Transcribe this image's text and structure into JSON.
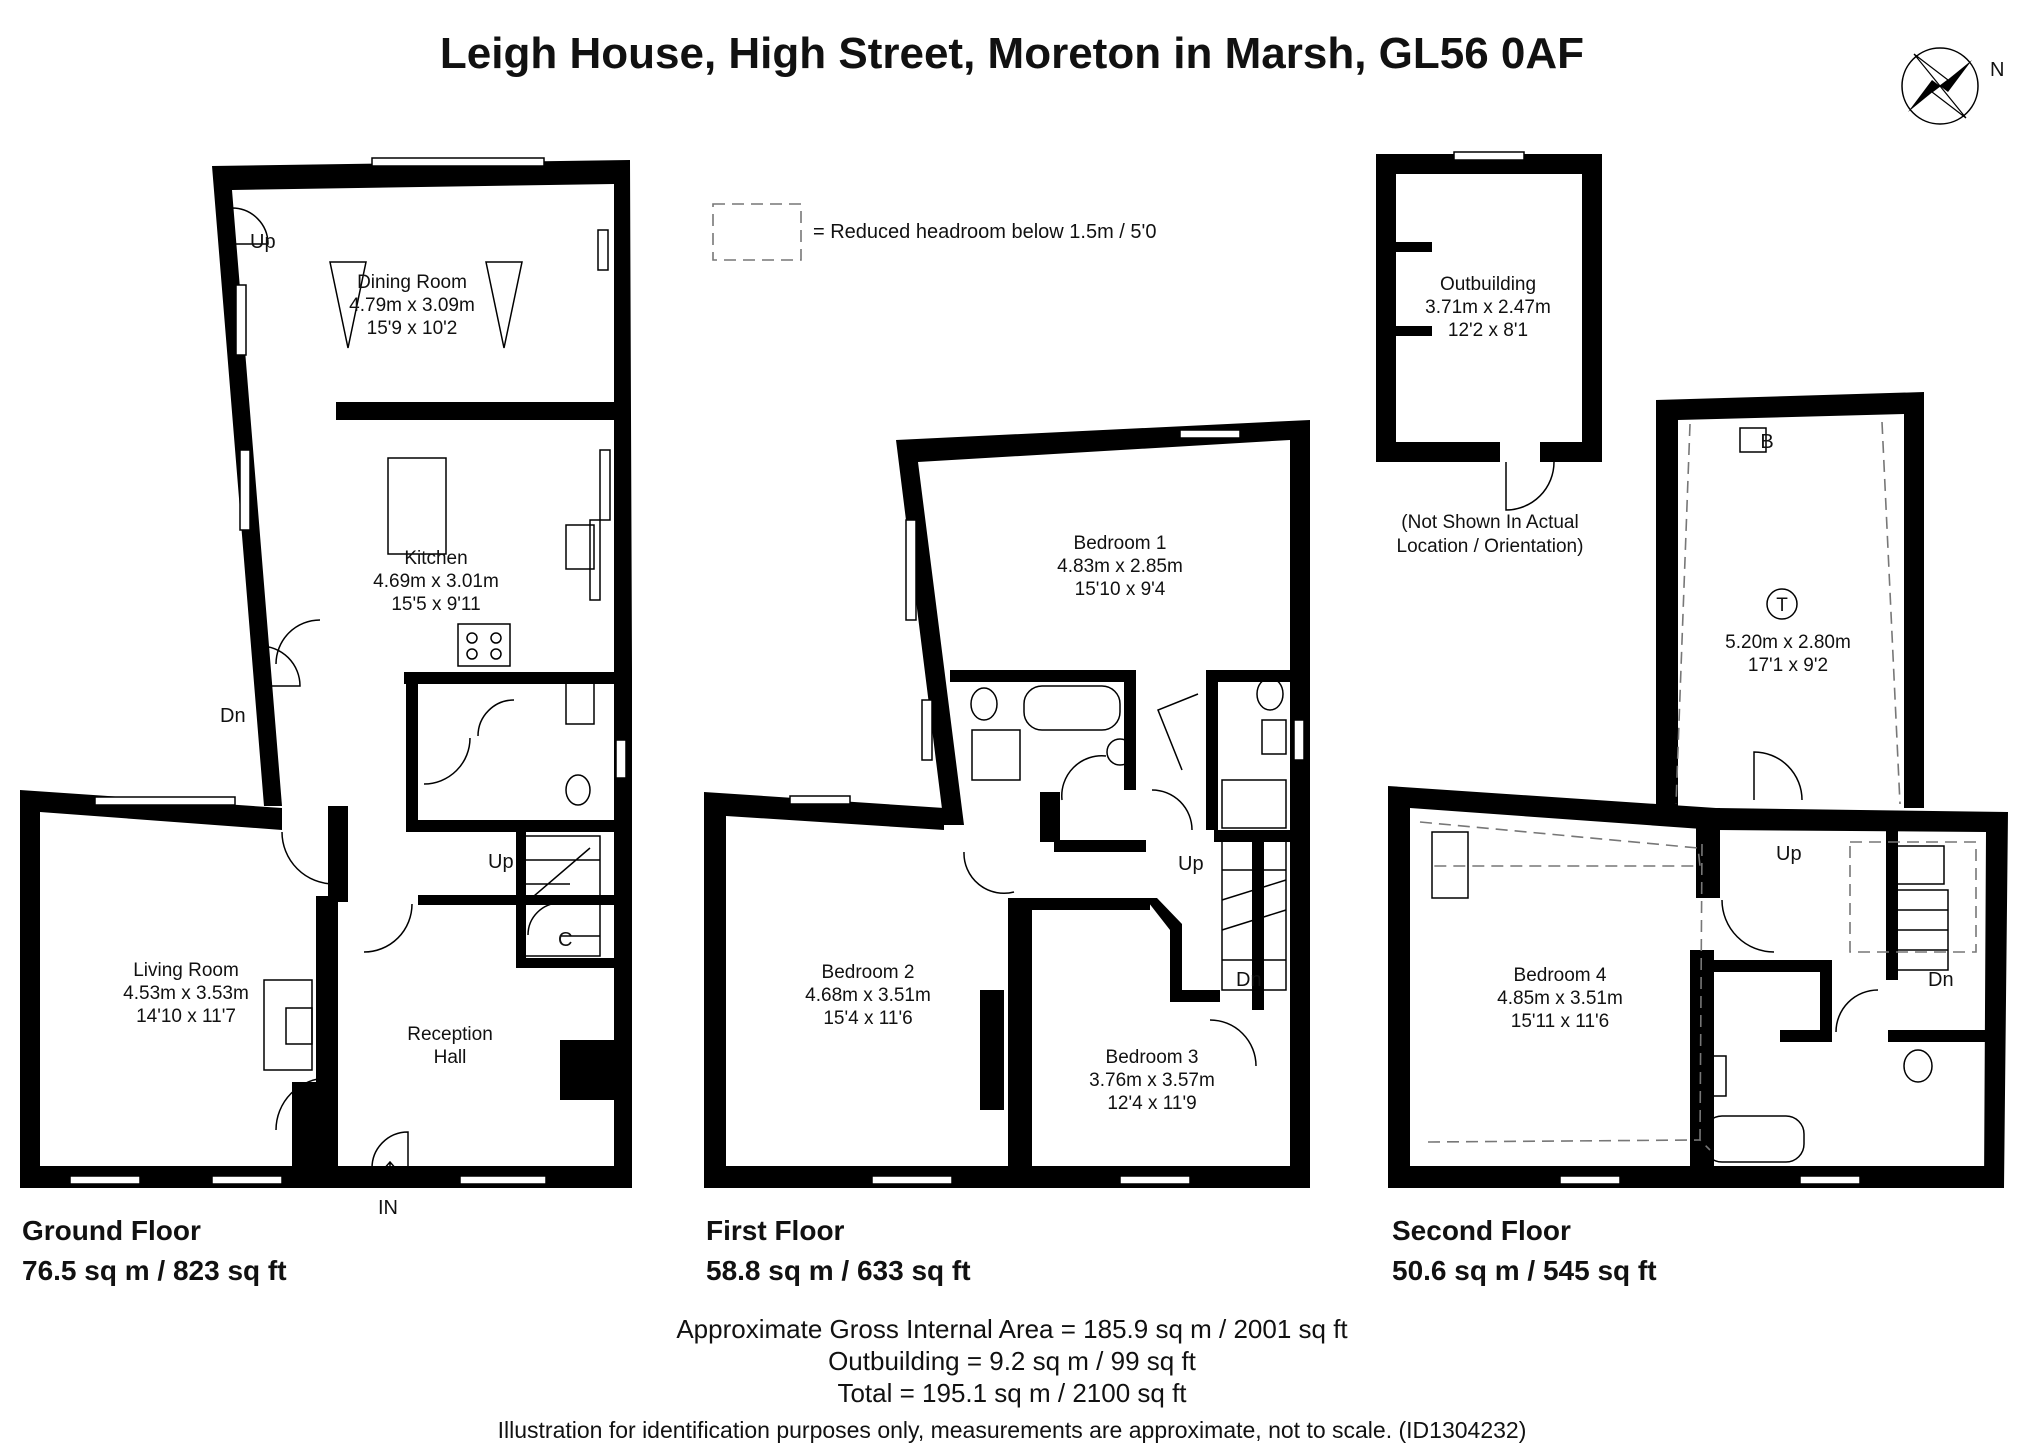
{
  "title": "Leigh House, High Street, Moreton in Marsh, GL56 0AF",
  "compass": {
    "label": "N"
  },
  "legend": {
    "text": "= Reduced headroom below 1.5m / 5'0"
  },
  "rooms": {
    "dining": {
      "name": "Dining Room",
      "metric": "4.79m x 3.09m",
      "imperial": "15'9 x 10'2"
    },
    "kitchen": {
      "name": "Kitchen",
      "metric": "4.69m x 3.01m",
      "imperial": "15'5 x 9'11"
    },
    "living": {
      "name": "Living Room",
      "metric": "4.53m x 3.53m",
      "imperial": "14'10 x 11'7"
    },
    "reception": {
      "line1": "Reception",
      "line2": "Hall"
    },
    "bedroom1": {
      "name": "Bedroom 1",
      "metric": "4.83m x 2.85m",
      "imperial": "15'10 x 9'4"
    },
    "bedroom2": {
      "name": "Bedroom 2",
      "metric": "4.68m x 3.51m",
      "imperial": "15'4 x 11'6"
    },
    "bedroom3": {
      "name": "Bedroom 3",
      "metric": "3.76m x 3.57m",
      "imperial": "12'4 x 11'9"
    },
    "bedroom4": {
      "name": "Bedroom 4",
      "metric": "4.85m x 3.51m",
      "imperial": "15'11 x 11'6"
    },
    "attic": {
      "metric": "5.20m x 2.80m",
      "imperial": "17'1 x 9'2",
      "marker": "T"
    },
    "outbuilding": {
      "name": "Outbuilding",
      "metric": "3.71m x 2.47m",
      "imperial": "12'2 x 8'1",
      "note1": "(Not Shown In Actual",
      "note2": "Location / Orientation)"
    }
  },
  "labels": {
    "up": "Up",
    "dn": "Dn",
    "in": "IN",
    "cupboard": "C",
    "boiler": "B"
  },
  "floors": [
    {
      "name": "Ground Floor",
      "area": "76.5 sq m / 823 sq ft"
    },
    {
      "name": "First Floor",
      "area": "58.8 sq m / 633 sq ft"
    },
    {
      "name": "Second Floor",
      "area": "50.6 sq m / 545 sq ft"
    }
  ],
  "totals": {
    "gia": "Approximate Gross Internal Area = 185.9 sq m / 2001 sq ft",
    "outbuilding": "Outbuilding = 9.2 sq m / 99 sq ft",
    "total": "Total = 195.1 sq m / 2100 sq ft"
  },
  "disclaimer": "Illustration for identification purposes only, measurements are approximate, not to scale. (ID1304232)"
}
